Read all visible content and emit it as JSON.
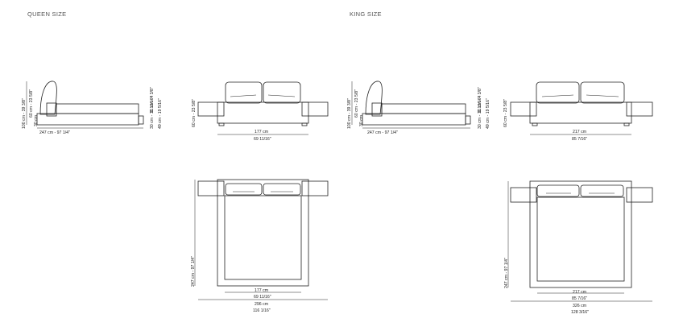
{
  "headings": {
    "queen": "QUEEN SIZE",
    "king": "KING SIZE"
  },
  "queen": {
    "side": {
      "overall_length": "247 cm - 97 1/4\"",
      "total_height": "100 cm - 39 3/8\"",
      "headboard_top": "60 cm - 23 5/8\"",
      "left_low": "30 cm",
      "right_top": "11 cm - 4 3/8\"",
      "right_mid": "30 cm - 11 13/16\"",
      "right_low": "49 cm - 19 5/16\""
    },
    "front": {
      "height": "60 cm - 23 5/8\"",
      "width_cm": "177 cm",
      "width_in": "69 11/16\""
    },
    "plan": {
      "length": "247 cm - 97 1/4\"",
      "mattress_cm": "177 cm",
      "mattress_in": "69 11/16\"",
      "overall_cm": "296 cm",
      "overall_in": "116 1/16\""
    }
  },
  "king": {
    "side": {
      "overall_length": "247 cm - 97 1/4\"",
      "total_height": "100 cm - 39 3/8\"",
      "headboard_top": "60 cm - 23 5/8\"",
      "left_low": "30 cm",
      "right_top": "11 cm - 4 3/8\"",
      "right_mid": "30 cm - 11 13/16\"",
      "right_low": "49 cm - 19 5/16\""
    },
    "front": {
      "height": "60 cm - 23 5/8\"",
      "width_cm": "217 cm",
      "width_in": "85 7/16\""
    },
    "plan": {
      "length": "247 cm - 97 1/4\"",
      "mattress_cm": "217 cm",
      "mattress_in": "85 7/16\"",
      "overall_cm": "326 cm",
      "overall_in": "128 3/16\""
    }
  }
}
